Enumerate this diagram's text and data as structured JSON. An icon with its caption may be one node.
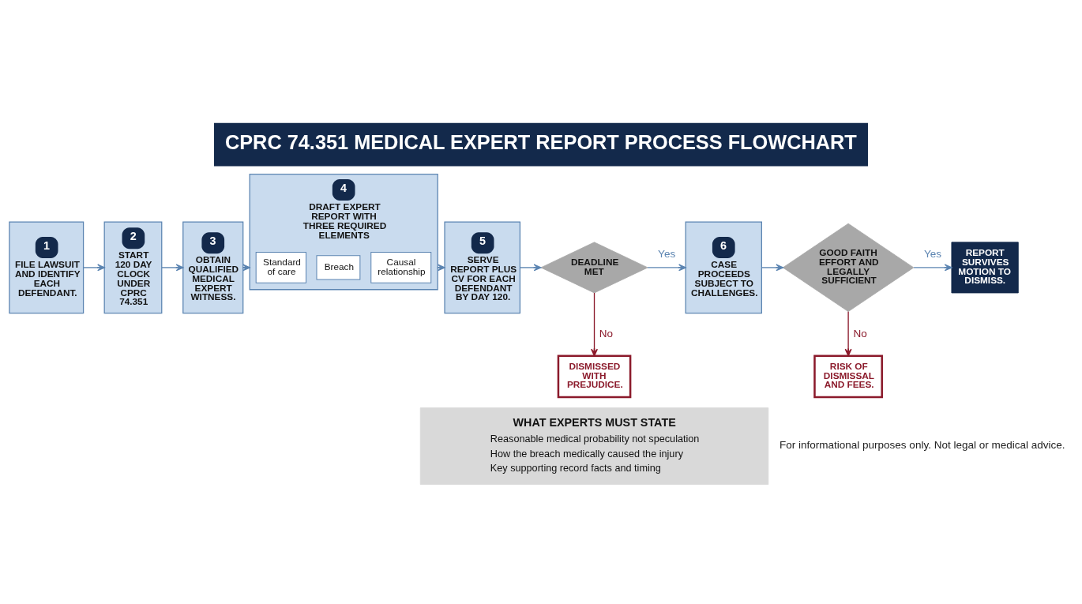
{
  "diagram": {
    "title": "CPRC 74.351 MEDICAL EXPERT REPORT PROCESS FLOWCHART",
    "nodes": [
      {
        "text": [
          "1",
          "FILE LAWSUIT AND IDENTIFY EACH DEFENDANT."
        ]
      },
      {
        "text": [
          "2",
          "START 120 DAY CLOCK UNDER CPRC 74.351"
        ]
      },
      {
        "text": [
          "3",
          "OBTAIN QUALIFIED MEDICAL EXPERT WITNESS."
        ]
      },
      {
        "text": [
          "4",
          "DRAFT EXPERT REPORT WITH THREE REQUIRED ELEMENTS"
        ]
      },
      {
        "text": [
          "Standard of care"
        ],
        "in": 3
      },
      {
        "text": [
          "Breach"
        ],
        "in": 3
      },
      {
        "text": [
          "Causal relationship"
        ],
        "in": 3
      },
      {
        "text": [
          "5",
          "SERVE REPORT PLUS CV FOR EACH DEFENDANT BY DAY 120."
        ]
      },
      {
        "text": [
          "DEADLINE MET"
        ]
      },
      {
        "text": [
          "DISMISSED WITH PREJUDICE."
        ]
      },
      {
        "text": [
          "6",
          "CASE PROCEEDS SUBJECT TO CHALLENGES."
        ]
      },
      {
        "text": [
          "GOOD FAITH EFFORT AND LEGALLY SUFFICIENT"
        ]
      },
      {
        "text": [
          "RISK OF DISMISSAL AND FEES."
        ]
      },
      {
        "text": [
          "REPORT SURVIVES MOTION TO DISMISS."
        ]
      },
      {
        "text": [
          "WHAT EXPERTS MUST STATE",
          "Reasonable medical probability not speculation",
          "How the breach medically caused the injury",
          "Key supporting record facts and timing"
        ]
      }
    ],
    "edges": [
      {
        "from": 0,
        "to": 1,
        "arrow": "to"
      },
      {
        "from": 1,
        "to": 2,
        "arrow": "to"
      },
      {
        "from": 2,
        "to": 3,
        "arrow": "to"
      },
      {
        "from": 3,
        "to": 7,
        "arrow": "to"
      },
      {
        "from": 7,
        "to": 8,
        "arrow": "to"
      },
      {
        "from": 8,
        "to": 10,
        "arrow": "to",
        "label": "Yes"
      },
      {
        "from": 8,
        "to": 9,
        "arrow": "to",
        "label": "No",
        "color": "#8b1a2b"
      },
      {
        "from": 10,
        "to": 11,
        "arrow": "to"
      },
      {
        "from": 11,
        "to": 13,
        "arrow": "to",
        "label": "Yes"
      },
      {
        "from": 11,
        "to": 12,
        "arrow": "to",
        "label": "No",
        "color": "#8b1a2b"
      }
    ],
    "labels": [
      "For informational purposes only. Not legal or medical advice."
    ]
  }
}
